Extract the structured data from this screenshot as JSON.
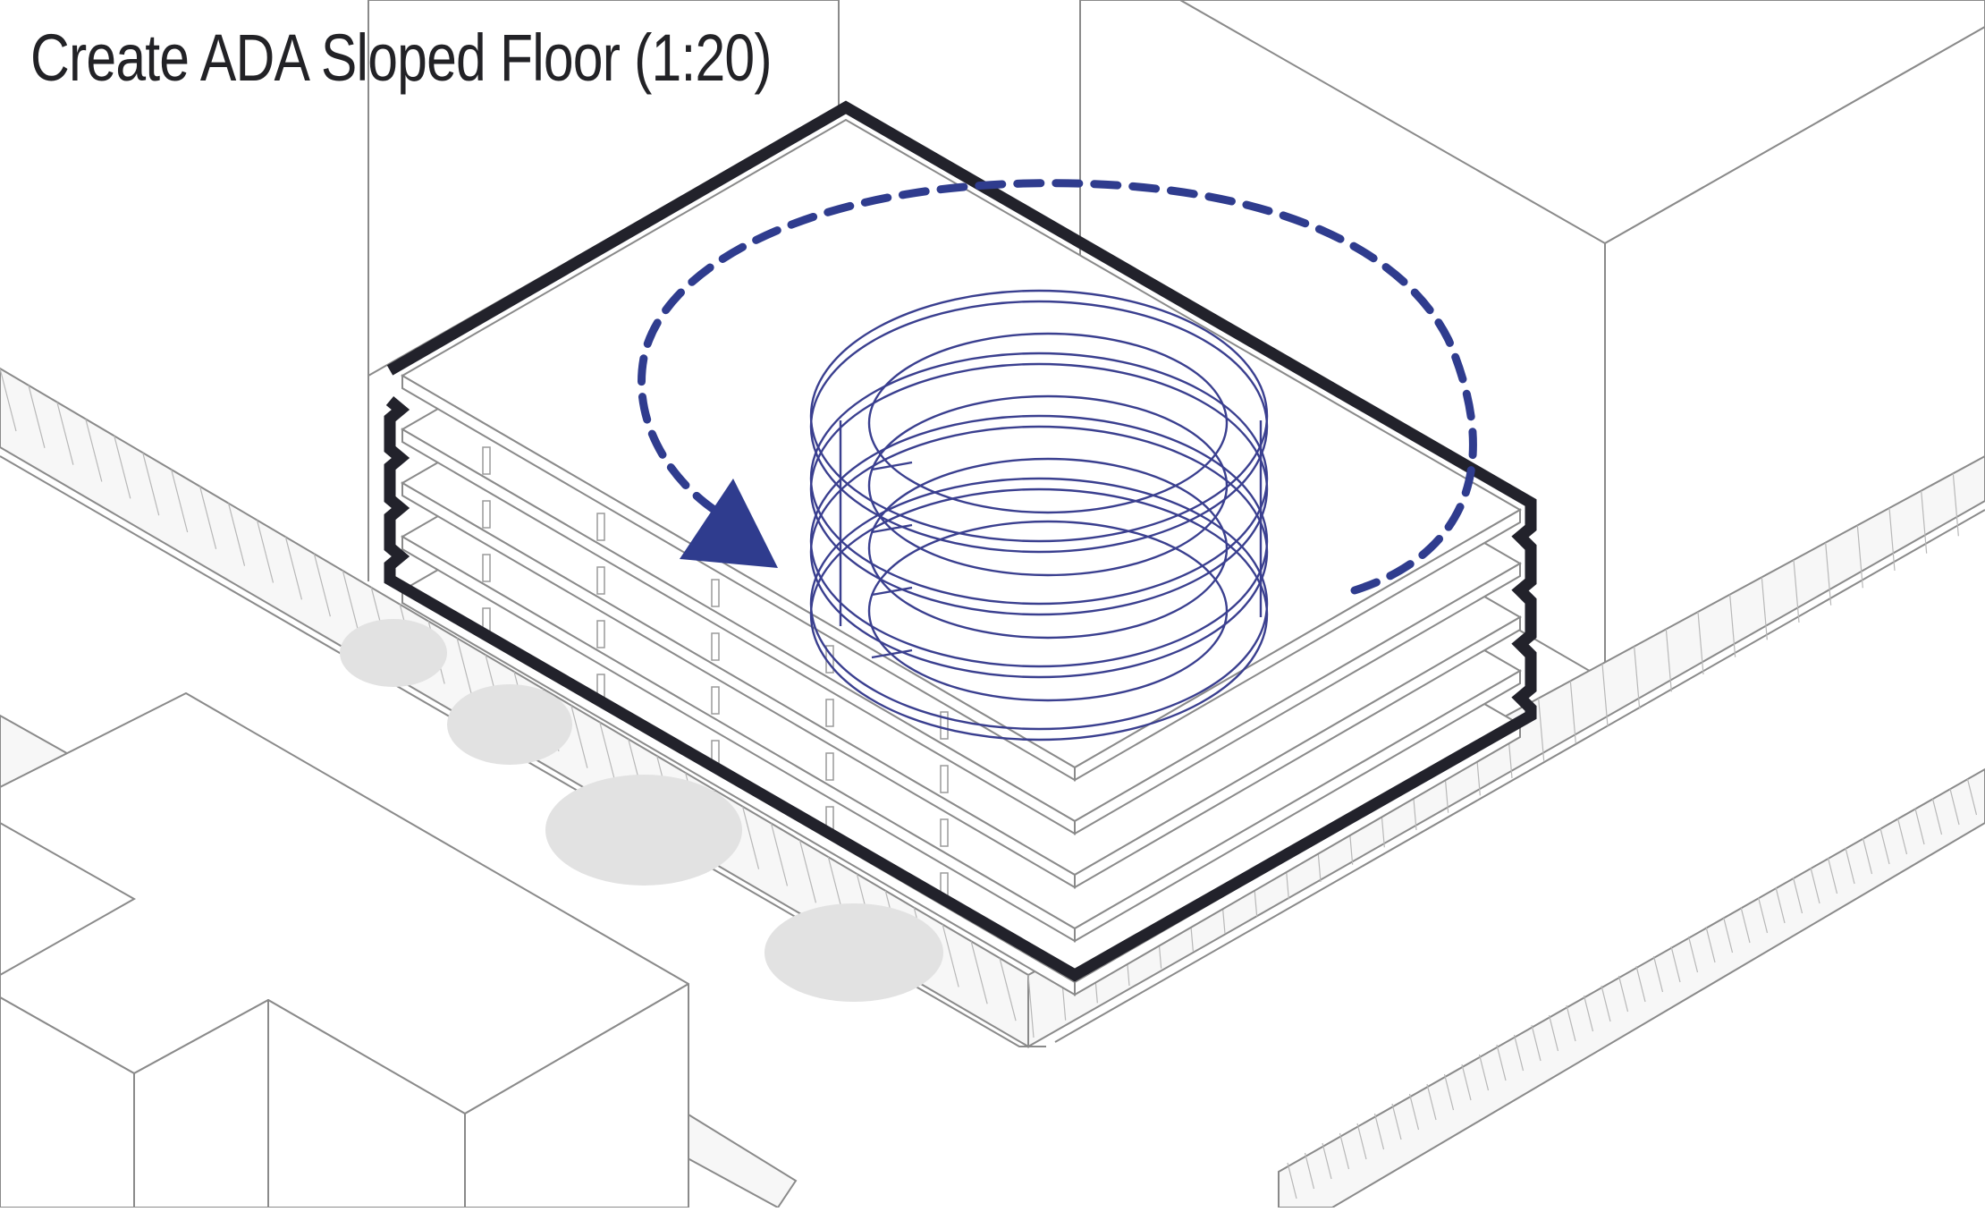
{
  "diagram": {
    "title": "Create ADA Sloped Floor (1:20)",
    "colors": {
      "ramp": "#3a3f8f",
      "arrow": "#2f3c8e",
      "building_outline": "#22222b",
      "context_lines": "#8a8a8a",
      "tree_shadow": "#e2e2e2"
    },
    "floor_count": 5,
    "ramp_turns": 4,
    "icons": [
      "rotation-arrow-icon"
    ]
  }
}
